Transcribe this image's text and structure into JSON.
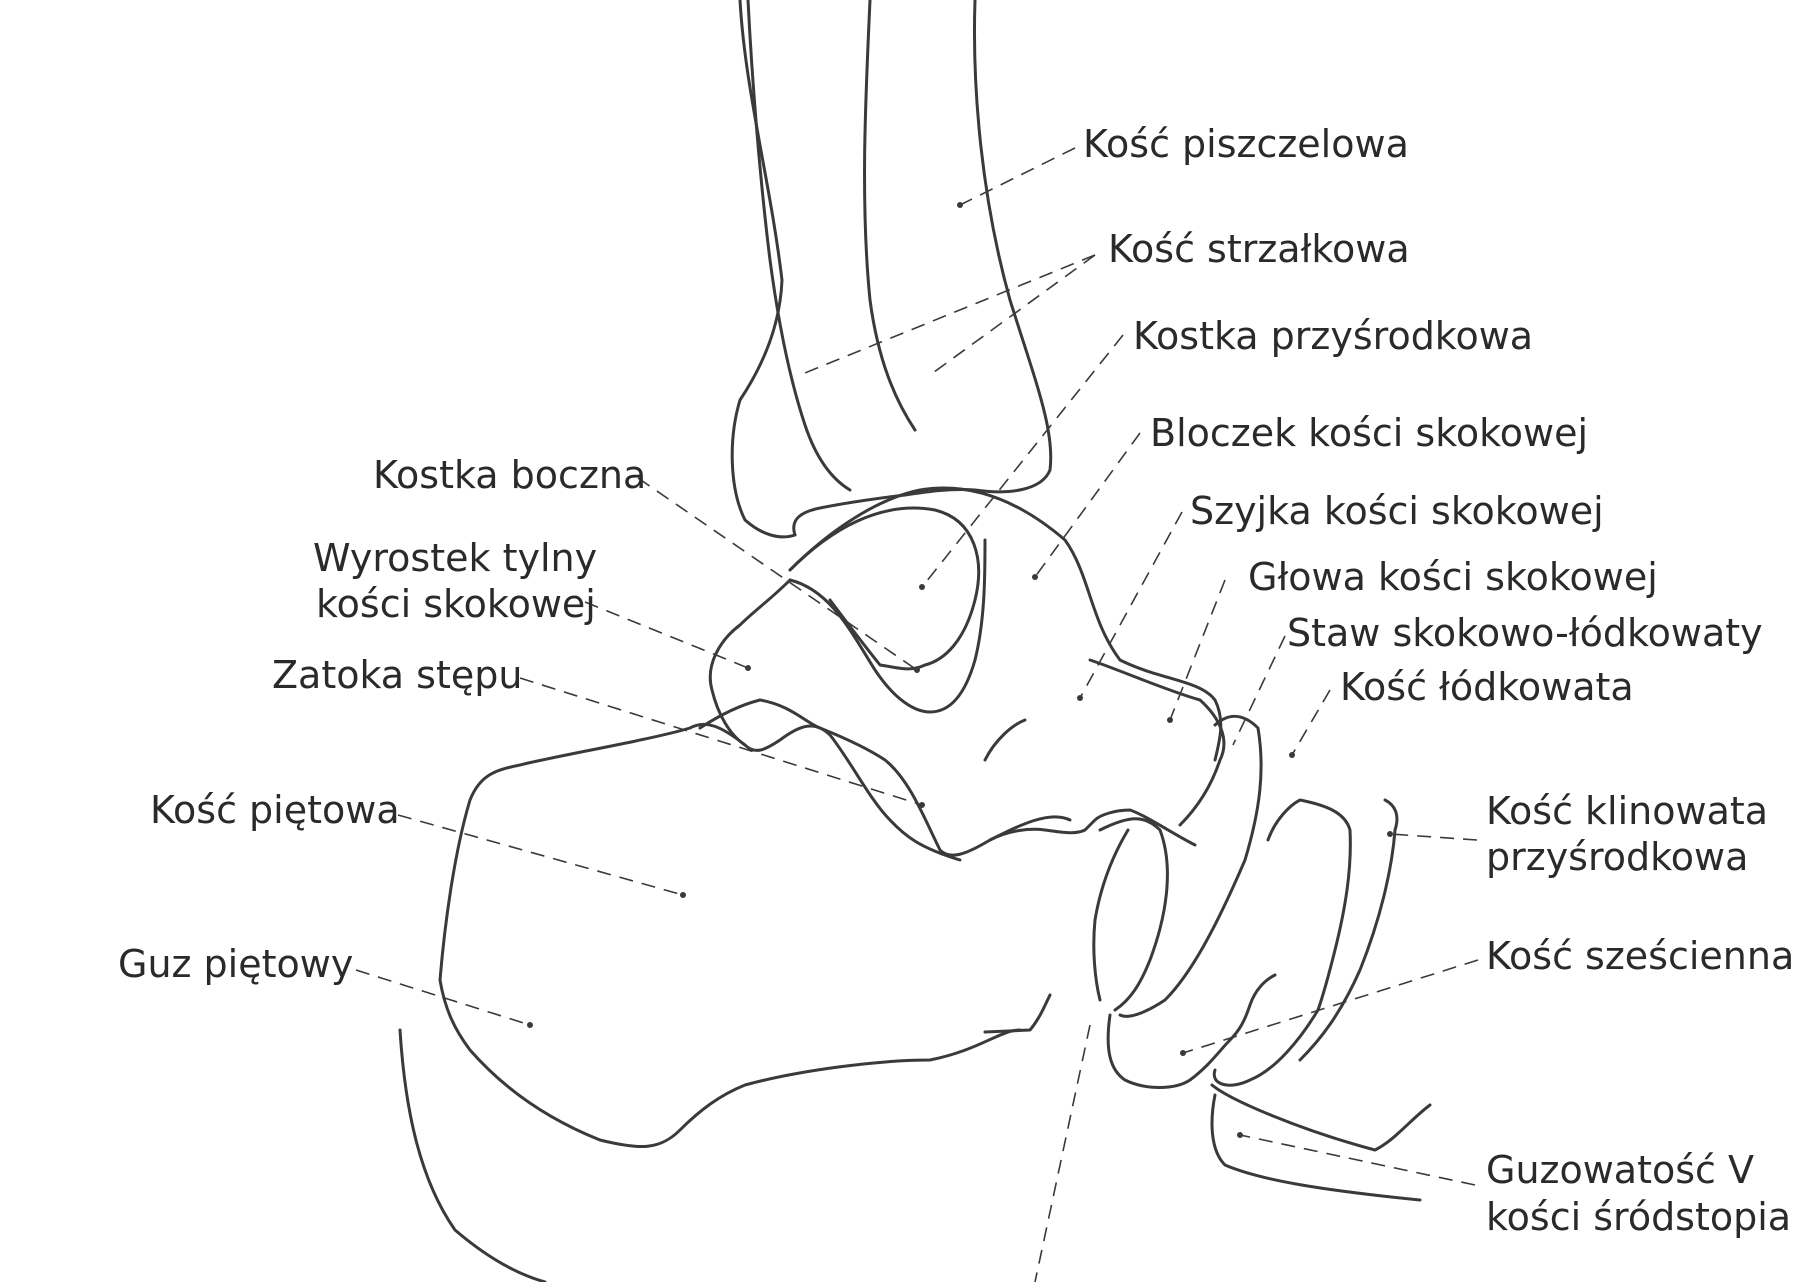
{
  "labels": {
    "tibia": "Kość piszczelowa",
    "fibula": "Kość strzałkowa",
    "medial_malleolus": "Kostka przyśrodkowa",
    "talus_trochlea": "Bloczek kości skokowej",
    "lateral_malleolus": "Kostka boczna",
    "talus_neck": "Szyjka kości skokowej",
    "posterior_process_1": "Wyrostek tylny",
    "posterior_process_2": "kości skokowej",
    "talus_head": "Głowa kości skokowej",
    "talonavicular_joint": "Staw skokowo-łódkowaty",
    "sinus_tarsi": "Zatoka stępu",
    "navicular": "Kość łódkowata",
    "calcaneus": "Kość piętowa",
    "medial_cuneiform_1": "Kość klinowata",
    "medial_cuneiform_2": "przyśrodkowa",
    "calcaneal_tuber": "Guz piętowy",
    "cuboid": "Kość sześcienna",
    "fifth_metatarsal_tuberosity_1": "Guzowatość V",
    "fifth_metatarsal_tuberosity_2": "kości śródstopia"
  },
  "colors": {
    "line": "#3a3a3a",
    "text": "#2a2a2a",
    "background": "#ffffff"
  }
}
